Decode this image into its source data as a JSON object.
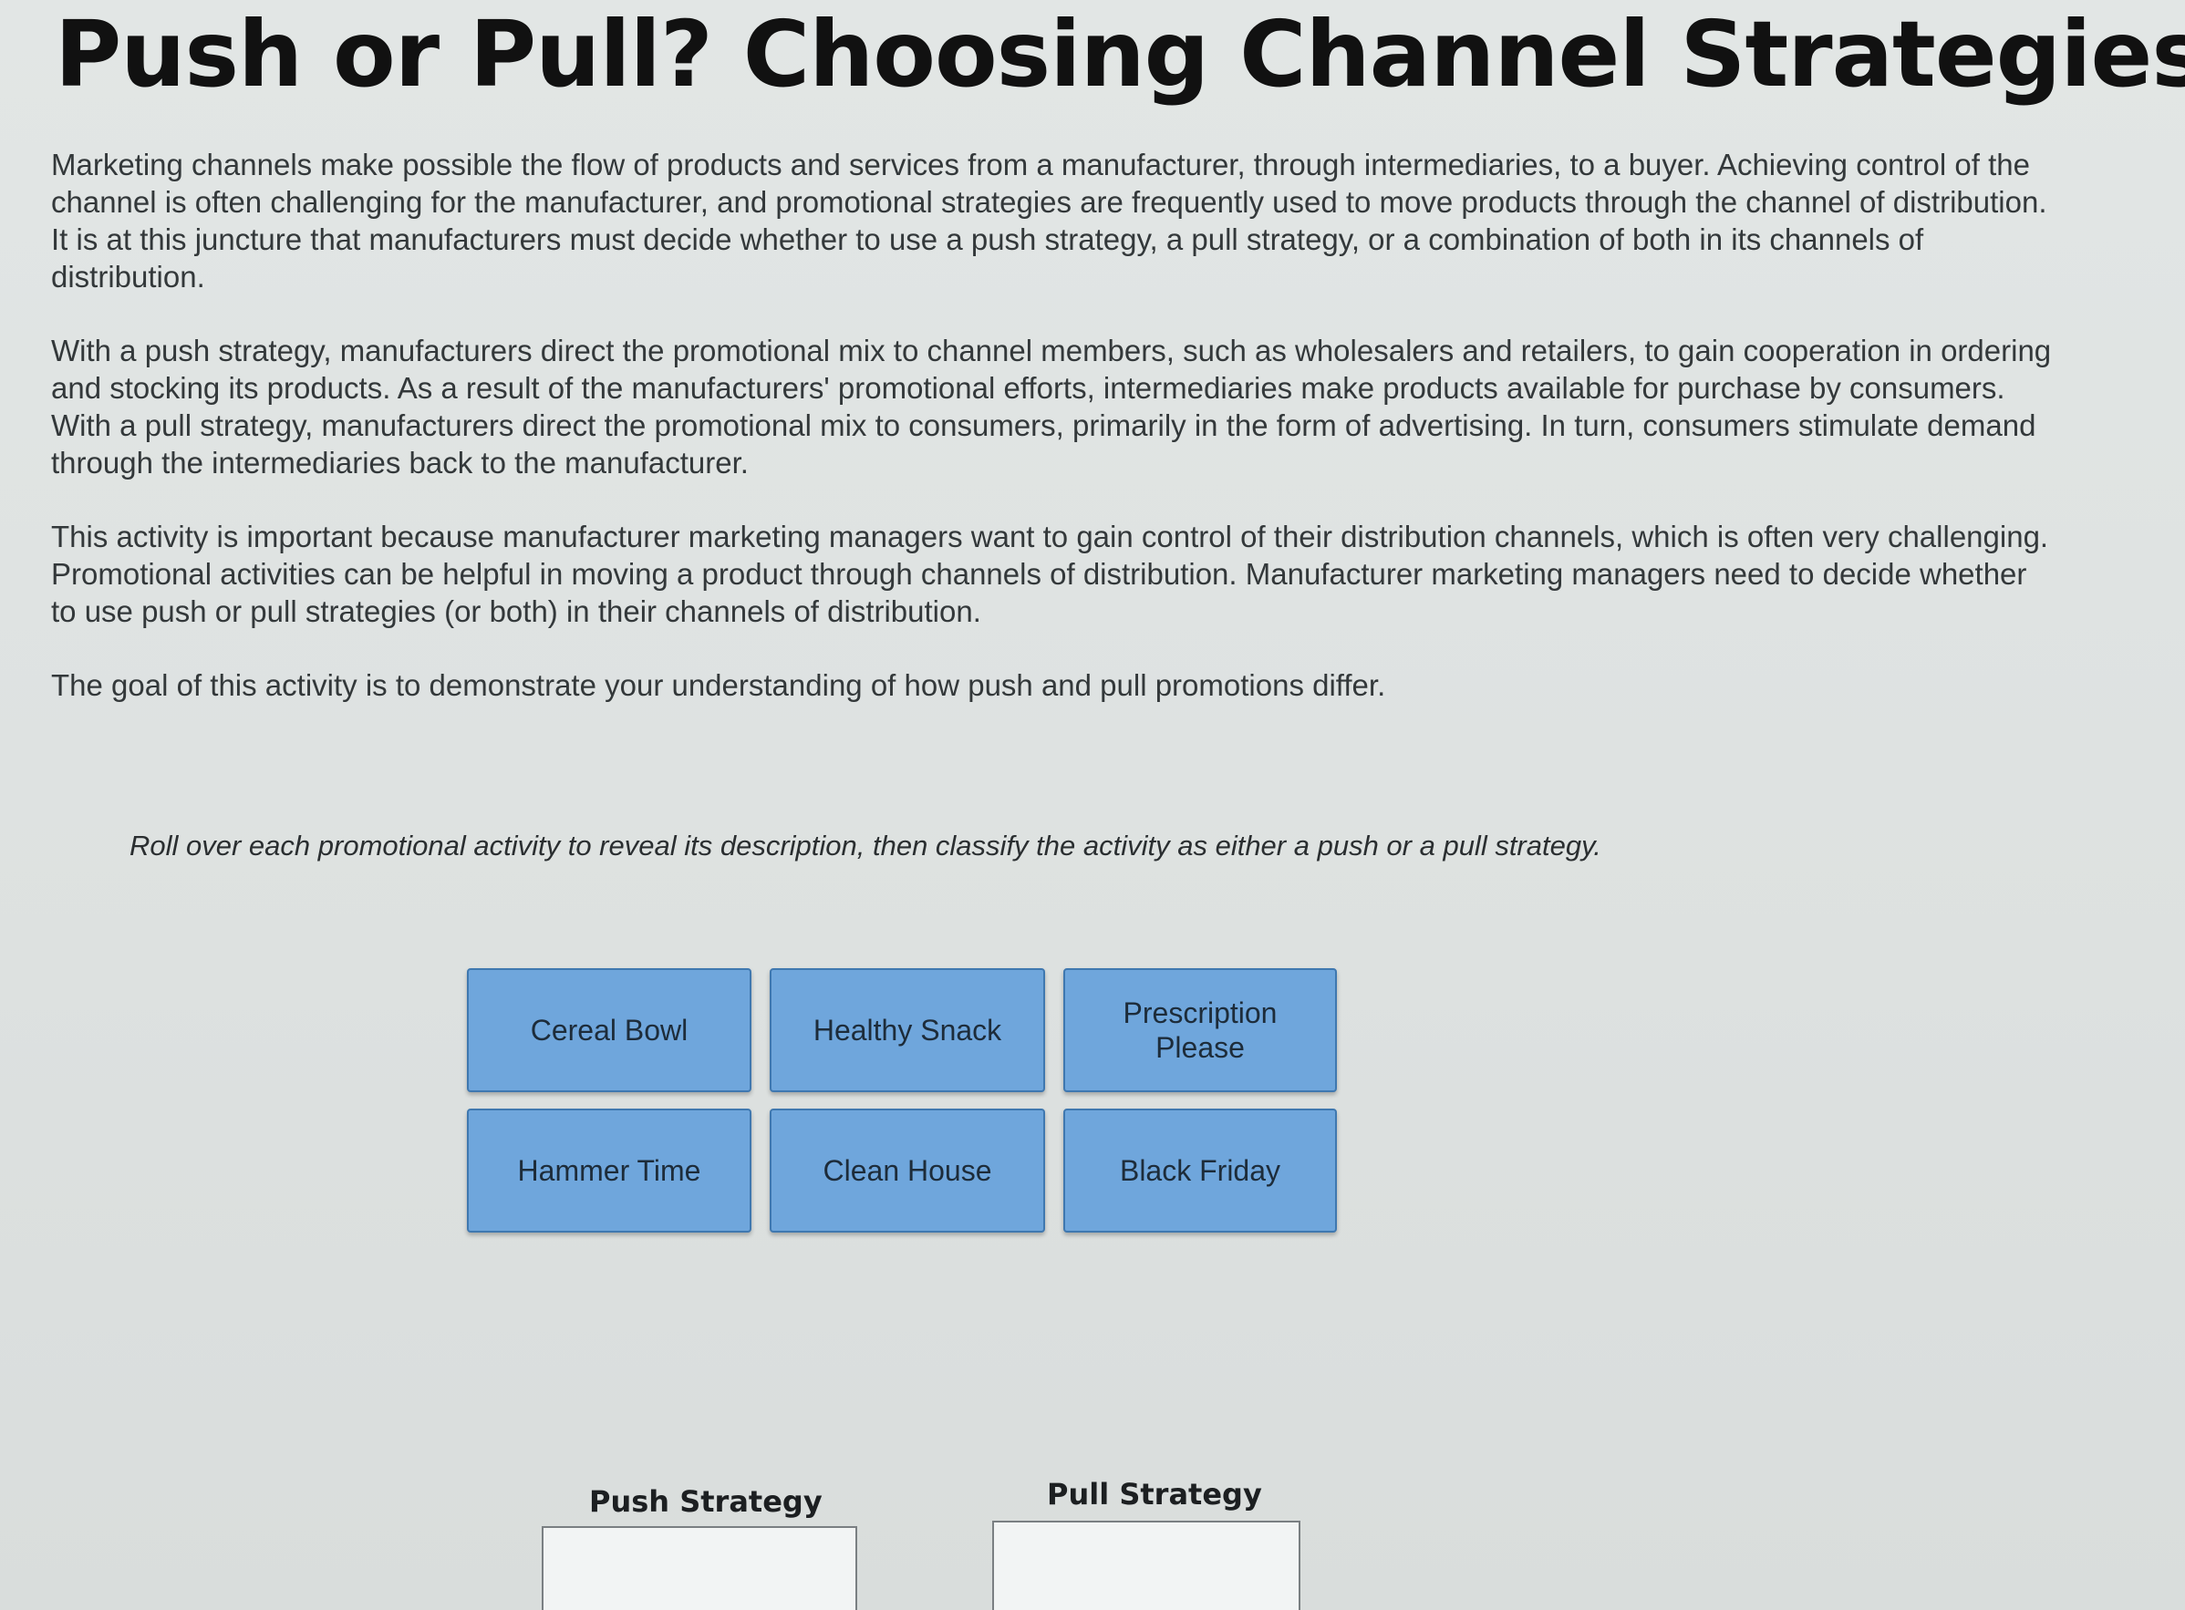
{
  "page": {
    "title": "Push or Pull? Choosing Channel Strategies",
    "paragraphs": [
      "Marketing channels make possible the flow of products and services from a manufacturer, through intermediaries, to a buyer. Achieving control of the channel is often challenging for the manufacturer, and promotional strategies are frequently used to move products through the channel of distribution. It is at this juncture that manufacturers must decide whether to use a push strategy, a pull strategy, or a combination of both in its channels of distribution.",
      "With a push strategy, manufacturers direct the promotional mix to channel members, such as wholesalers and retailers, to gain cooperation in ordering and stocking its products. As a result of the manufacturers' promotional efforts, intermediaries make products available for purchase by consumers. With a pull strategy, manufacturers direct the promotional mix to consumers, primarily in the form of advertising. In turn, consumers stimulate demand through the intermediaries back to the manufacturer.",
      "This activity is important because manufacturer marketing managers want to gain control of their distribution channels, which is often very challenging. Promotional activities can be helpful in moving a product through channels of distribution. Manufacturer marketing managers need to decide whether to use push or pull strategies (or both) in their channels of distribution.",
      "The goal of this activity is to demonstrate your understanding of how push and pull promotions differ."
    ]
  },
  "activity": {
    "instructions": "Roll over each promotional activity to reveal its description, then classify the activity as either a push or a pull strategy.",
    "cards": [
      {
        "label": "Cereal Bowl"
      },
      {
        "label": "Healthy Snack"
      },
      {
        "label": "Prescription Please"
      },
      {
        "label": "Hammer Time"
      },
      {
        "label": "Clean House"
      },
      {
        "label": "Black Friday"
      }
    ],
    "push_label": "Push Strategy",
    "pull_label": "Pull Strategy"
  }
}
